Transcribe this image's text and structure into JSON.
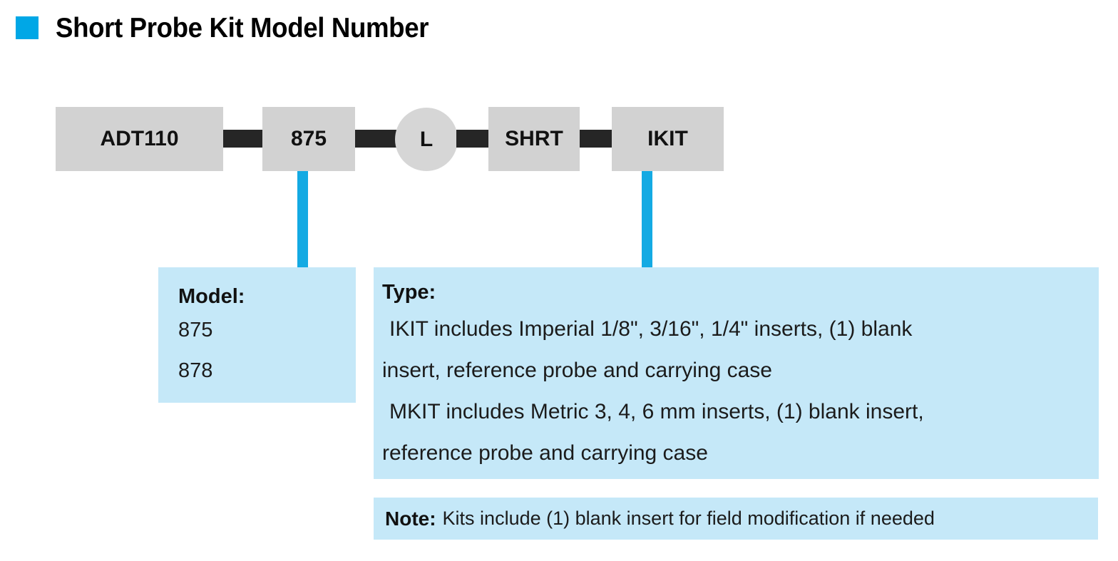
{
  "header": {
    "bullet_color": "#00a7e6",
    "title": "Short Probe Kit Model Number"
  },
  "model_chain": {
    "segments": [
      {
        "label": "ADT110",
        "shape": "rect"
      },
      {
        "label": "875",
        "shape": "rect"
      },
      {
        "label": "L",
        "shape": "circle"
      },
      {
        "label": "SHRT",
        "shape": "rect"
      },
      {
        "label": "IKIT",
        "shape": "rect"
      }
    ],
    "segment_fill": "#d2d2d2",
    "connector_color": "#262626",
    "leader_color": "#14aae3"
  },
  "callouts": {
    "model": {
      "heading": "Model:",
      "options": [
        "875",
        "878"
      ],
      "background": "#c5e8f8"
    },
    "type": {
      "heading": "Type:",
      "lines": [
        "IKIT includes Imperial 1/8\", 3/16\", 1/4\" inserts, (1) blank",
        "insert, reference probe and carrying case",
        "MKIT includes Metric 3, 4, 6 mm inserts, (1) blank insert,",
        "reference probe and carrying case"
      ],
      "background": "#c5e8f8"
    },
    "note": {
      "label": "Note:",
      "text": "Kits include (1) blank insert for field modification if needed",
      "background": "#c5e8f8"
    }
  }
}
